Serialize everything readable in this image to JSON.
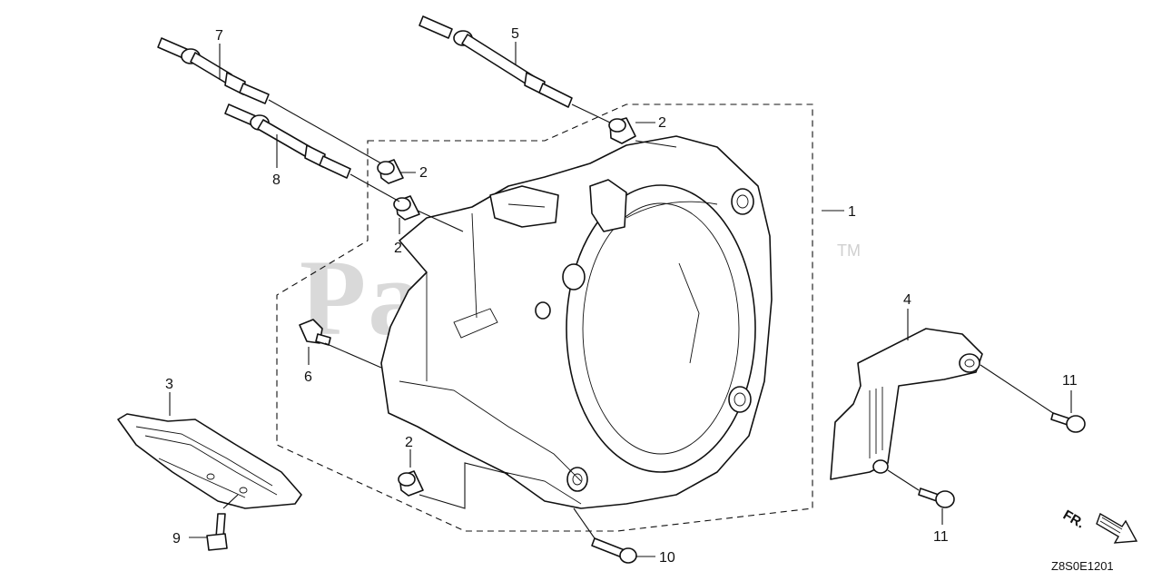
{
  "watermark": {
    "text": "PartsTree",
    "trademark": "TM"
  },
  "diagram_code": "Z8S0E1201",
  "direction_label": "FR.",
  "callouts": [
    {
      "id": "c1",
      "label": "1"
    },
    {
      "id": "c2a",
      "label": "2"
    },
    {
      "id": "c2b",
      "label": "2"
    },
    {
      "id": "c2c",
      "label": "2"
    },
    {
      "id": "c2d",
      "label": "2"
    },
    {
      "id": "c3",
      "label": "3"
    },
    {
      "id": "c4",
      "label": "4"
    },
    {
      "id": "c5",
      "label": "5"
    },
    {
      "id": "c6",
      "label": "6"
    },
    {
      "id": "c7",
      "label": "7"
    },
    {
      "id": "c8",
      "label": "8"
    },
    {
      "id": "c9",
      "label": "9"
    },
    {
      "id": "c10",
      "label": "10"
    },
    {
      "id": "c11a",
      "label": "11"
    },
    {
      "id": "c11b",
      "label": "11"
    }
  ]
}
